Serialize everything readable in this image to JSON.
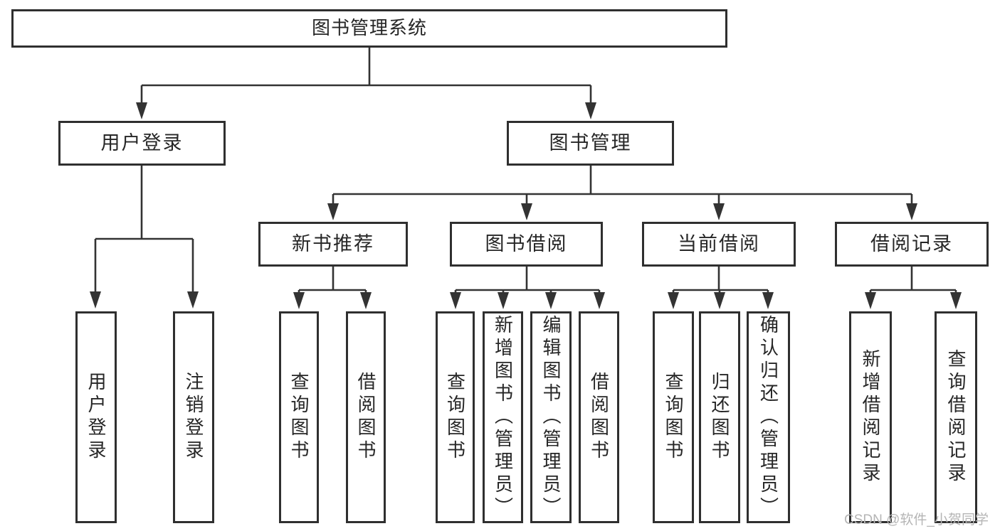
{
  "colors": {
    "background": "#ffffff",
    "line": "#333333",
    "box_border": "#2f2f2f",
    "text": "#262626",
    "watermark": "#b5b5b5"
  },
  "tree": {
    "root": {
      "label": "图书管理系统"
    },
    "level2": [
      {
        "label": "用户登录"
      },
      {
        "label": "图书管理"
      }
    ],
    "level3": [
      {
        "label": "新书推荐",
        "parent": "图书管理"
      },
      {
        "label": "图书借阅",
        "parent": "图书管理"
      },
      {
        "label": "当前借阅",
        "parent": "图书管理"
      },
      {
        "label": "借阅记录",
        "parent": "图书管理"
      }
    ],
    "leaves": [
      {
        "label": "用户登录",
        "parent": "用户登录"
      },
      {
        "label": "注销登录",
        "parent": "用户登录"
      },
      {
        "label": "查询图书",
        "parent": "新书推荐"
      },
      {
        "label": "借阅图书",
        "parent": "新书推荐"
      },
      {
        "label": "查询图书",
        "parent": "图书借阅"
      },
      {
        "label": "新增图书（管理员）",
        "parent": "图书借阅"
      },
      {
        "label": "编辑图书（管理员）",
        "parent": "图书借阅"
      },
      {
        "label": "借阅图书",
        "parent": "图书借阅"
      },
      {
        "label": "查询图书",
        "parent": "当前借阅"
      },
      {
        "label": "归还图书",
        "parent": "当前借阅"
      },
      {
        "label": "确认归还（管理员）",
        "parent": "当前借阅"
      },
      {
        "label": "新增借阅记录",
        "parent": "借阅记录"
      },
      {
        "label": "查询借阅记录",
        "parent": "借阅记录"
      }
    ]
  },
  "watermark": {
    "text": "CSDN @软件_小贺同学"
  }
}
